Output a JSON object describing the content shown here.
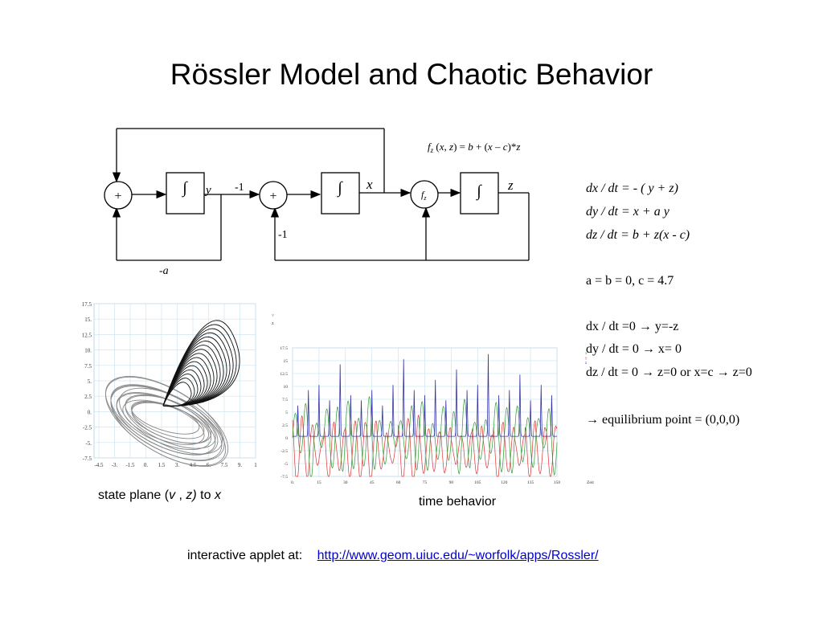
{
  "title": "Rössler Model and Chaotic Behavior",
  "diagram": {
    "fz_formula": "f_z (x, z) = b + (x – c)*z",
    "sum_symbol": "+",
    "integral_symbol": "∫",
    "label_y": "y",
    "label_x": "x",
    "label_z": "z",
    "label_minus1_top": "-1",
    "label_minus1_bottom": "-1",
    "label_minus_a": "-a",
    "fz_block": "f_z"
  },
  "equations": {
    "system": [
      "dx / dt  =  -  ( y + z)",
      "dy / dt  =  x  +  a y",
      "dz / dt  =  b  +  z(x - c)"
    ],
    "params": "a = b = 0, c = 4.7",
    "equilibrium": [
      "dx / dt =0 → y=-z",
      "dy / dt  =  0 → x= 0",
      "dz / dt  =  0 → z=0 or x=c → z=0"
    ],
    "result": "→  equilibrium point = (0,0,0)"
  },
  "phase_plot": {
    "caption_text": "state plane (",
    "caption_v": "v",
    "caption_sep": " , ",
    "caption_z": "z)",
    "caption_to": " to ",
    "caption_x": "x",
    "y_ticks": [
      "17.5",
      "15.",
      "12.5",
      "10.",
      "7.5",
      "5.",
      "2.5",
      "0.",
      "-2.5",
      "-5.",
      "-7.5"
    ],
    "x_ticks": [
      "-4.5",
      "-3.",
      "-1.5",
      "0.",
      "1.5",
      "3.",
      "4.5",
      "6.",
      "7.5",
      "9.",
      "1"
    ],
    "legend": [
      "v",
      "z"
    ]
  },
  "time_plot": {
    "caption": "time behavior",
    "y_ticks": [
      "17.5",
      "15",
      "12.5",
      "10",
      "7.5",
      "5",
      "2.5",
      "0",
      "-2.5",
      "-5",
      "-7.5"
    ],
    "x_ticks": [
      "0.",
      "15",
      "30",
      "45",
      "60",
      "75",
      "90",
      "105",
      "120",
      "135",
      "150"
    ],
    "x_unit": "Zeit",
    "legend": [
      "x",
      "y",
      "z"
    ],
    "colors": {
      "x": "#339933",
      "y": "#dd3333",
      "z": "#3333aa"
    }
  },
  "applet": {
    "label": "interactive applet at:",
    "url": "http://www.geom.uiuc.edu/~worfolk/apps/Rossler/"
  }
}
